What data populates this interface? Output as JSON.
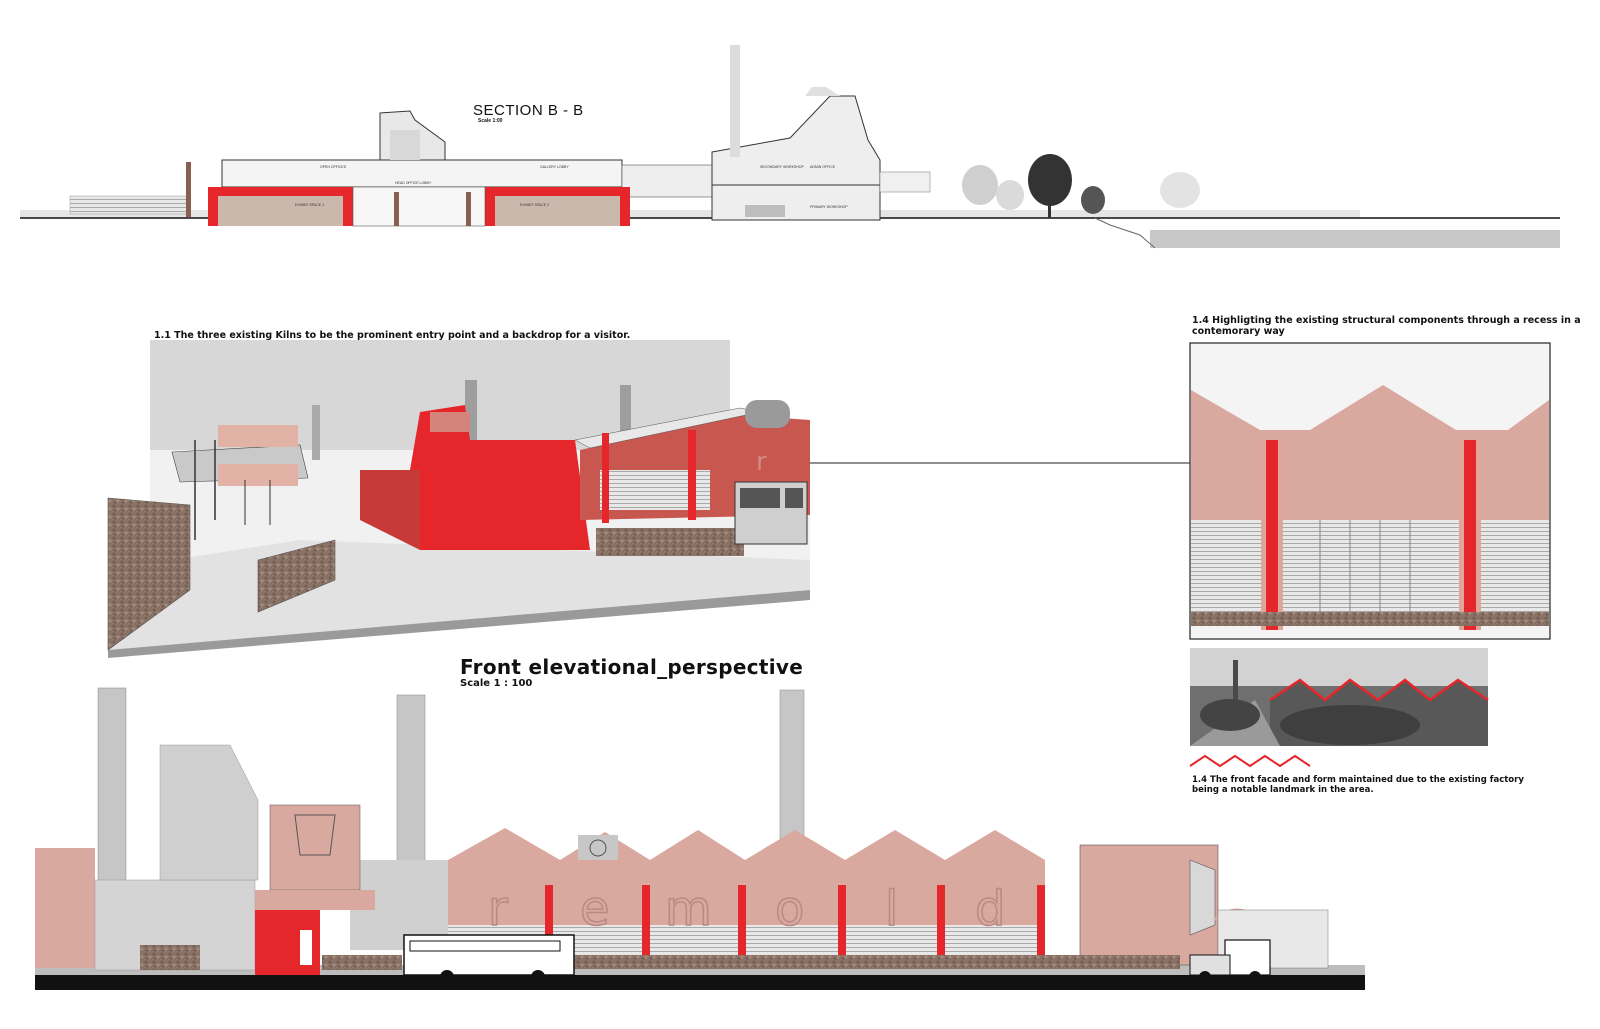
{
  "section": {
    "title": "SECTION B - B",
    "scale": "Scale 1:00",
    "room_labels": [
      "OPEN OFFICES",
      "GALLERY LOBBY",
      "HEAD OFFICE LOBBY",
      "EXHIBIT SPACE 1",
      "EXHIBIT SPACE 2",
      "SECONDARY WORKSHOP",
      "ADMIN OFFICE",
      "PRIMARY WORKSHOP"
    ]
  },
  "captions": {
    "c1_1": "1.1   The three existing Kilns to be the prominent entry point and a backdrop for a visitor.",
    "c1_4a_line1": "1.4    Highligting the existing structural components through a recess in a",
    "c1_4a_line2": "contemorary way",
    "c1_4b_line1": "1.4    The front facade and form maintained due to the existing factory",
    "c1_4b_line2": "being a notable landmark in the area."
  },
  "elevation": {
    "title": "Front elevational_perspective",
    "scale": "Scale 1 : 100",
    "facade_letters": [
      "r",
      "e",
      "m",
      "o",
      "l",
      "d"
    ]
  },
  "colors": {
    "accent_red": "#e5262b",
    "brick_pink": "#d9a89f",
    "concrete_grey": "#c9c9c9",
    "stone": "#8a7366"
  }
}
